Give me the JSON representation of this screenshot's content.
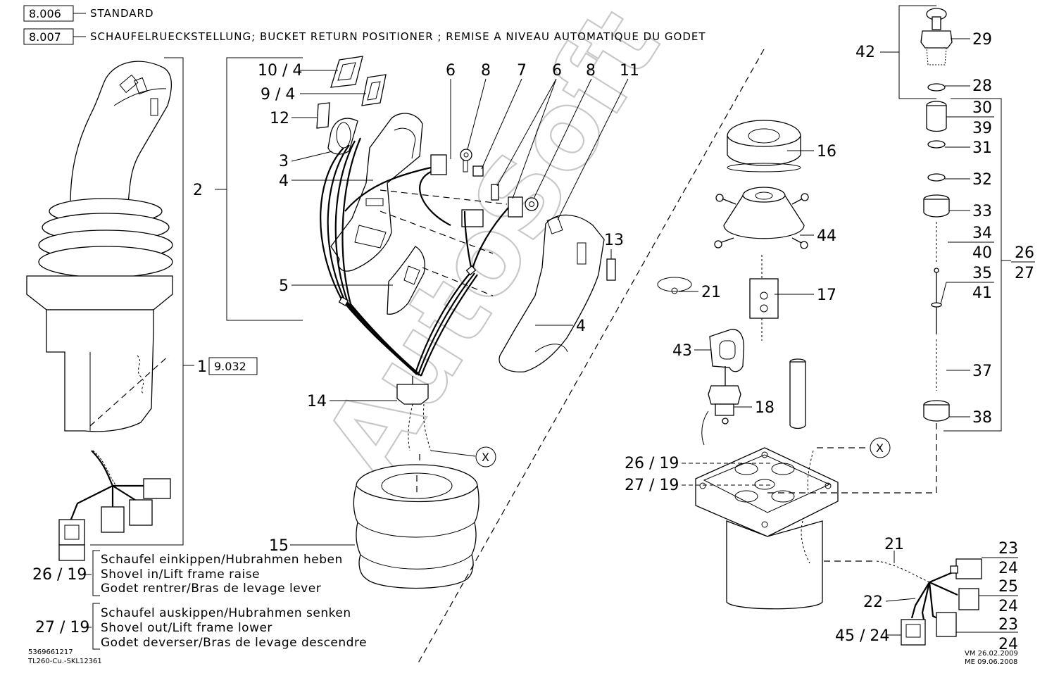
{
  "header": {
    "rows": [
      {
        "code": "8.006",
        "text": "STANDARD"
      },
      {
        "code": "8.007",
        "text": "SCHAUFELRUECKSTELLUNG; BUCKET RETURN POSITIONER ; REMISE A NIVEAU AUTOMATIQUE DU GODET"
      }
    ]
  },
  "watermark": "AutoSoft",
  "reference_box": "9.032",
  "callouts": {
    "c1": "1",
    "c2": "2",
    "c3": "3",
    "c4a": "4",
    "c4b": "4",
    "c5": "5",
    "c6a": "6",
    "c6b": "6",
    "c7": "7",
    "c8a": "8",
    "c8b": "8",
    "c9": "9 / 4",
    "c10": "10 / 4",
    "c11": "11",
    "c12": "12",
    "c13": "13",
    "c14": "14",
    "c15": "15",
    "c16": "16",
    "c17": "17",
    "c18": "18",
    "c21a": "21",
    "c21b": "21",
    "c22": "22",
    "c26_19r": "26 / 19",
    "c27_19r": "27 / 19",
    "c28": "28",
    "c29": "29",
    "c30": "30",
    "c39": "39",
    "c31": "31",
    "c32": "32",
    "c33": "33",
    "c34": "34",
    "c40": "40",
    "c35": "35",
    "c41": "41",
    "c37": "37",
    "c38": "38",
    "c42": "42",
    "c43": "43",
    "c44": "44",
    "c26": "26",
    "c27": "27",
    "c23a": "23",
    "c24a": "24",
    "c25": "25",
    "c24b": "24",
    "c23b": "23",
    "c24c": "24",
    "c45_24": "45 / 24",
    "xa": "X",
    "xb": "X"
  },
  "legend": {
    "in": {
      "ref": "26 / 19",
      "lines": [
        "Schaufel einkippen/Hubrahmen heben",
        "Shovel in/Lift frame raise",
        "Godet rentrer/Bras de levage lever"
      ]
    },
    "out": {
      "ref": "27 / 19",
      "lines": [
        "Schaufel auskippen/Hubrahmen senken",
        "Shovel out/Lift frame lower",
        "Godet deverser/Bras de levage descendre"
      ]
    }
  },
  "footer": {
    "doc_number": "5369661217",
    "doc_ref": "TL260-Cu.-SKL12361",
    "stamp_vm": "VM  26.02.2009",
    "stamp_me": "ME  09.06.2008"
  }
}
